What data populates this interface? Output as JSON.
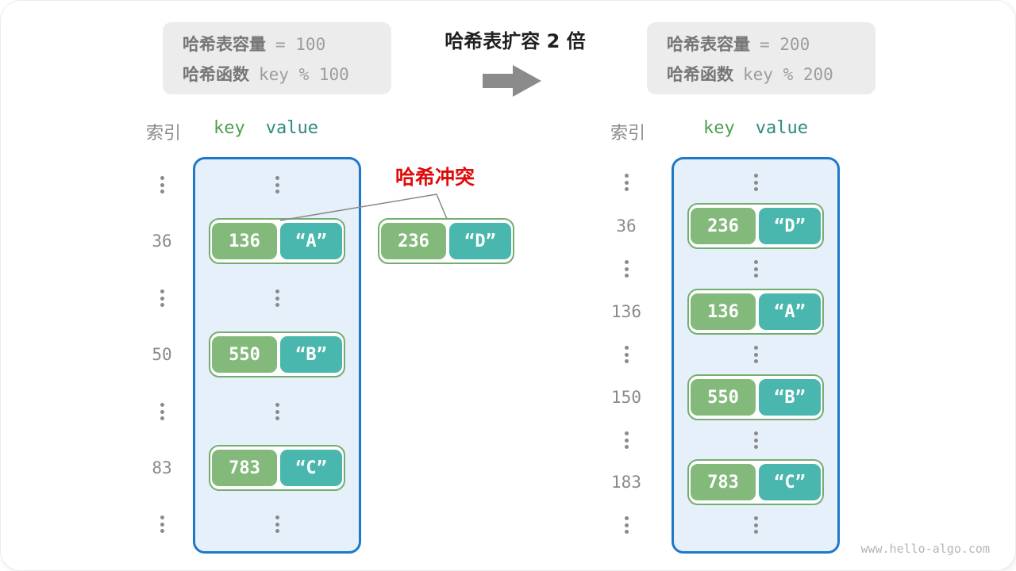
{
  "top": {
    "before_box": {
      "capacity_label": "哈希表容量",
      "capacity_value": "= 100",
      "function_label": "哈希函数",
      "function_value": "key % 100"
    },
    "title": "哈希表扩容 2 倍",
    "arrow_icon": "right-arrow",
    "after_box": {
      "capacity_label": "哈希表容量",
      "capacity_value": "= 200",
      "function_label": "哈希函数",
      "function_value": "key % 200"
    }
  },
  "left_table": {
    "headers": {
      "index": "索引",
      "key": "key",
      "value": "value"
    },
    "rows": [
      {
        "kind": "dots"
      },
      {
        "kind": "pair",
        "index": "36",
        "key": "136",
        "value": "“A”"
      },
      {
        "kind": "dots"
      },
      {
        "kind": "pair",
        "index": "50",
        "key": "550",
        "value": "“B”"
      },
      {
        "kind": "dots"
      },
      {
        "kind": "pair",
        "index": "83",
        "key": "783",
        "value": "“C”"
      },
      {
        "kind": "dots"
      }
    ]
  },
  "collision": {
    "label": "哈希冲突",
    "pair": {
      "key": "236",
      "value": "“D”"
    }
  },
  "right_table": {
    "headers": {
      "index": "索引",
      "key": "key",
      "value": "value"
    },
    "rows": [
      {
        "kind": "dots"
      },
      {
        "kind": "pair",
        "index": "36",
        "key": "236",
        "value": "“D”"
      },
      {
        "kind": "dots"
      },
      {
        "kind": "pair",
        "index": "136",
        "key": "136",
        "value": "“A”"
      },
      {
        "kind": "dots"
      },
      {
        "kind": "pair",
        "index": "150",
        "key": "550",
        "value": "“B”"
      },
      {
        "kind": "dots"
      },
      {
        "kind": "pair",
        "index": "183",
        "key": "783",
        "value": "“C”"
      },
      {
        "kind": "dots"
      }
    ]
  },
  "watermark": "www.hello-algo.com",
  "colors": {
    "infobox_bg": "#ececec",
    "label_gray": "#767676",
    "value_gray": "#9d9d9d",
    "title": "#1f1f1f",
    "arrow_gray": "#8b8b8b",
    "gray": "#8a8a8a",
    "key_head": "#4d9f52",
    "value_head": "#2e8a80",
    "container_border": "#1d79c7",
    "container_bg": "#e5f0fa",
    "pair_border": "#74ae6f",
    "key_green": "#84b97c",
    "value_teal": "#4ab7ae",
    "collision_red": "#e00b0b",
    "line_gray": "#8a8a8a",
    "watermark": "#b5b5b5"
  }
}
